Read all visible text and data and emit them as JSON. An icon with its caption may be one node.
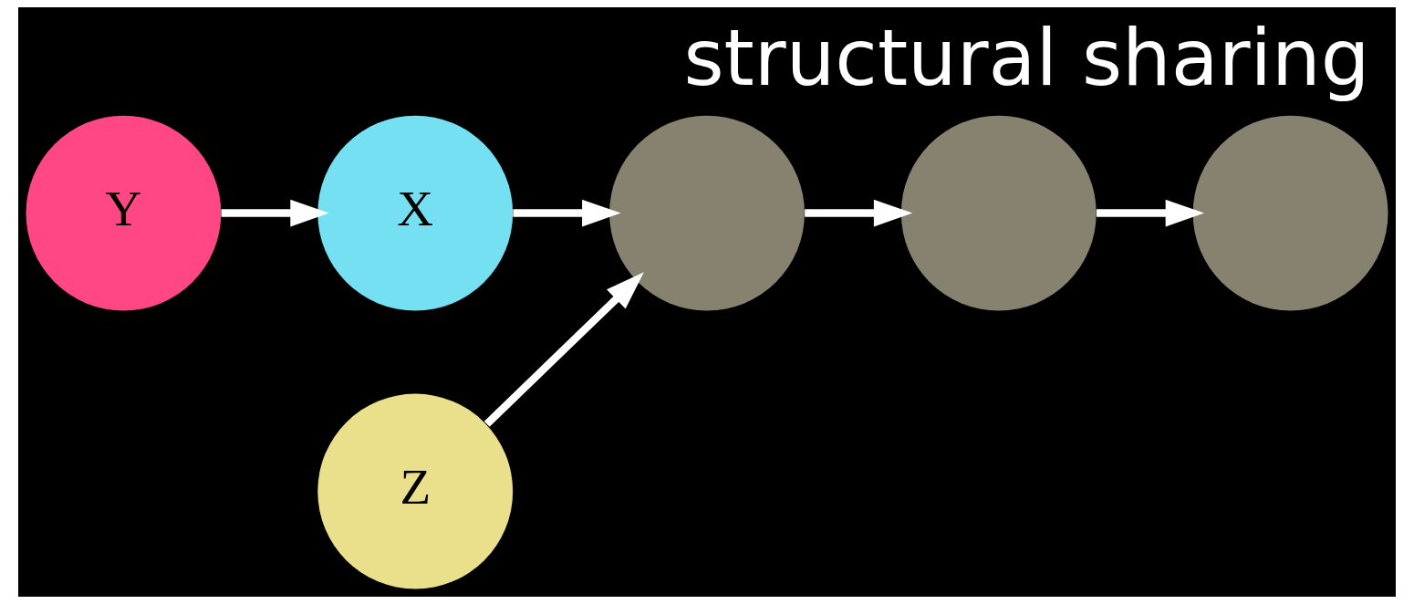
{
  "diagram": {
    "title": "structural sharing",
    "nodes": [
      {
        "text": [
          "Y"
        ]
      },
      {
        "text": [
          "X"
        ]
      },
      {
        "text": [],
        "shape": "circle"
      },
      {
        "text": [],
        "shape": "circle"
      },
      {
        "text": [],
        "shape": "circle"
      },
      {
        "text": [
          "Z"
        ]
      }
    ],
    "edges": [
      {
        "from": 0,
        "to": 1,
        "arrow": "to"
      },
      {
        "from": 1,
        "to": 2,
        "arrow": "to"
      },
      {
        "from": 2,
        "to": 3,
        "arrow": "to"
      },
      {
        "from": 3,
        "to": 4,
        "arrow": "to"
      },
      {
        "from": 5,
        "to": 2,
        "arrow": "to"
      }
    ]
  }
}
